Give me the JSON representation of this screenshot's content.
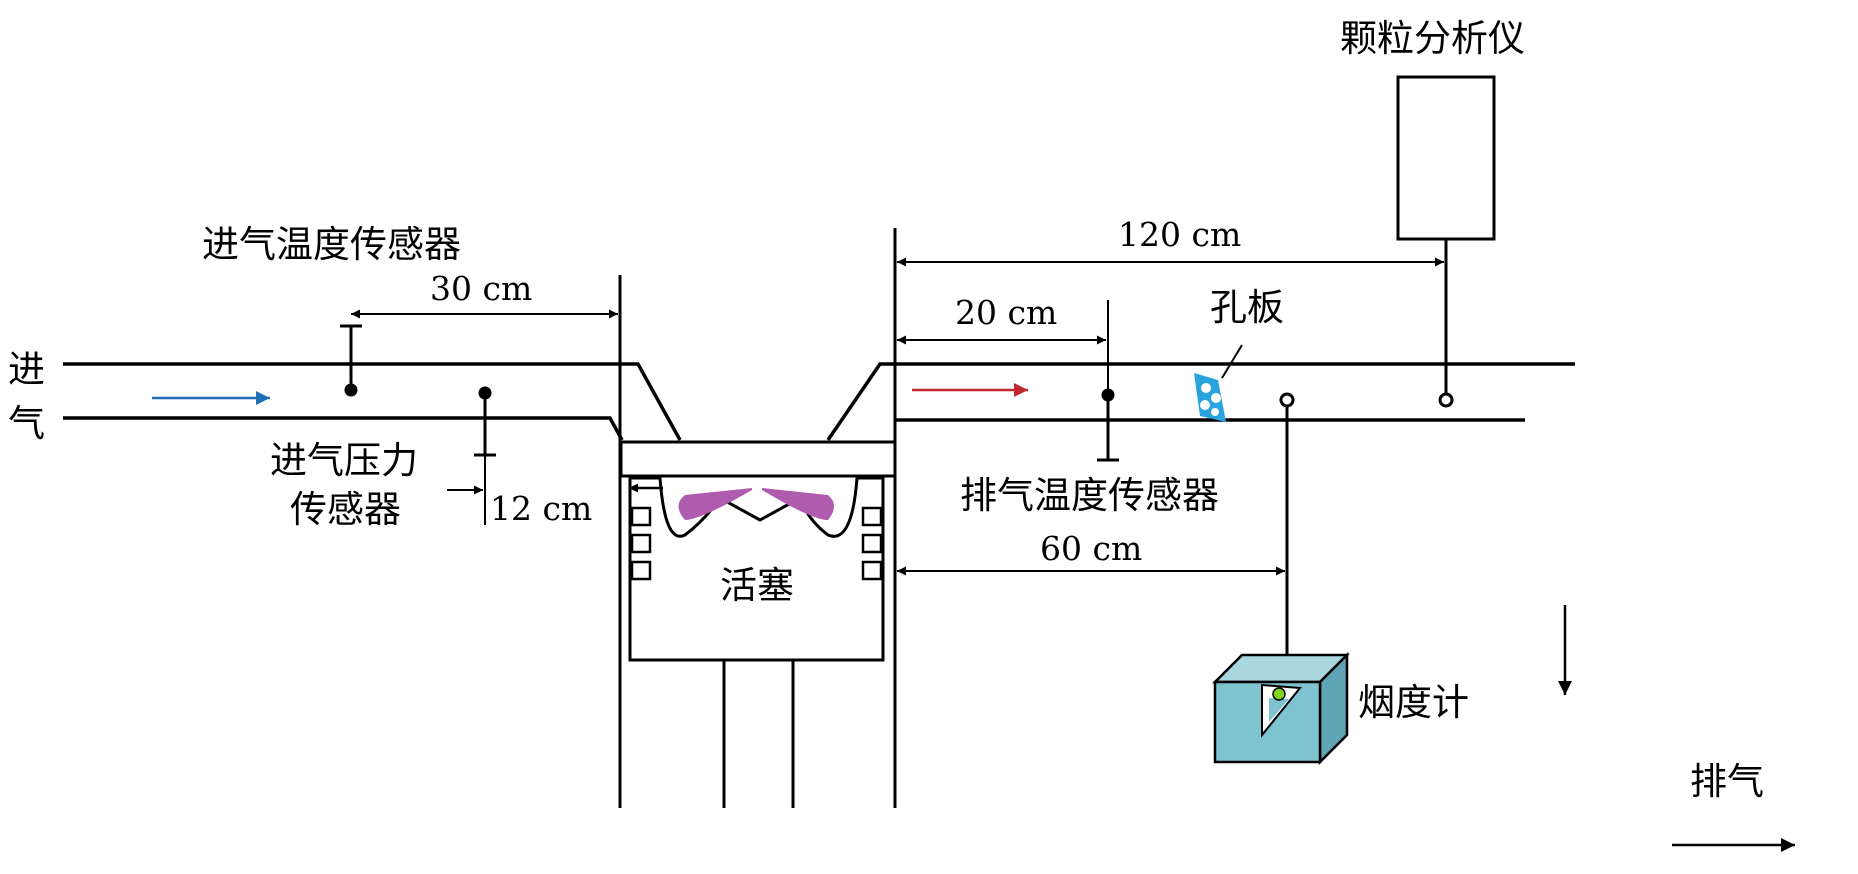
{
  "labels": {
    "intake": [
      "进",
      "气"
    ],
    "exhaust": "排气",
    "intake_temp_sensor": "进气温度传感器",
    "intake_pressure_sensor": [
      "进气压力",
      "传感器"
    ],
    "exhaust_temp_sensor": "排气温度传感器",
    "particle_analyzer": "颗粒分析仪",
    "orifice_plate": "孔板",
    "smoke_meter": "烟度计",
    "piston": "活塞"
  },
  "dimensions": {
    "d30": "30 cm",
    "d12": "12 cm",
    "d20": "20 cm",
    "d120": "120 cm",
    "d60": "60 cm"
  },
  "colors": {
    "line": "#000000",
    "intake_arrow": "#1f6fb5",
    "exhaust_arrow": "#c0282d",
    "spray": "#b05cae",
    "orifice": "#29a3dd",
    "smoke_meter": "#7fc2d0",
    "indicator": "#7ed321"
  }
}
